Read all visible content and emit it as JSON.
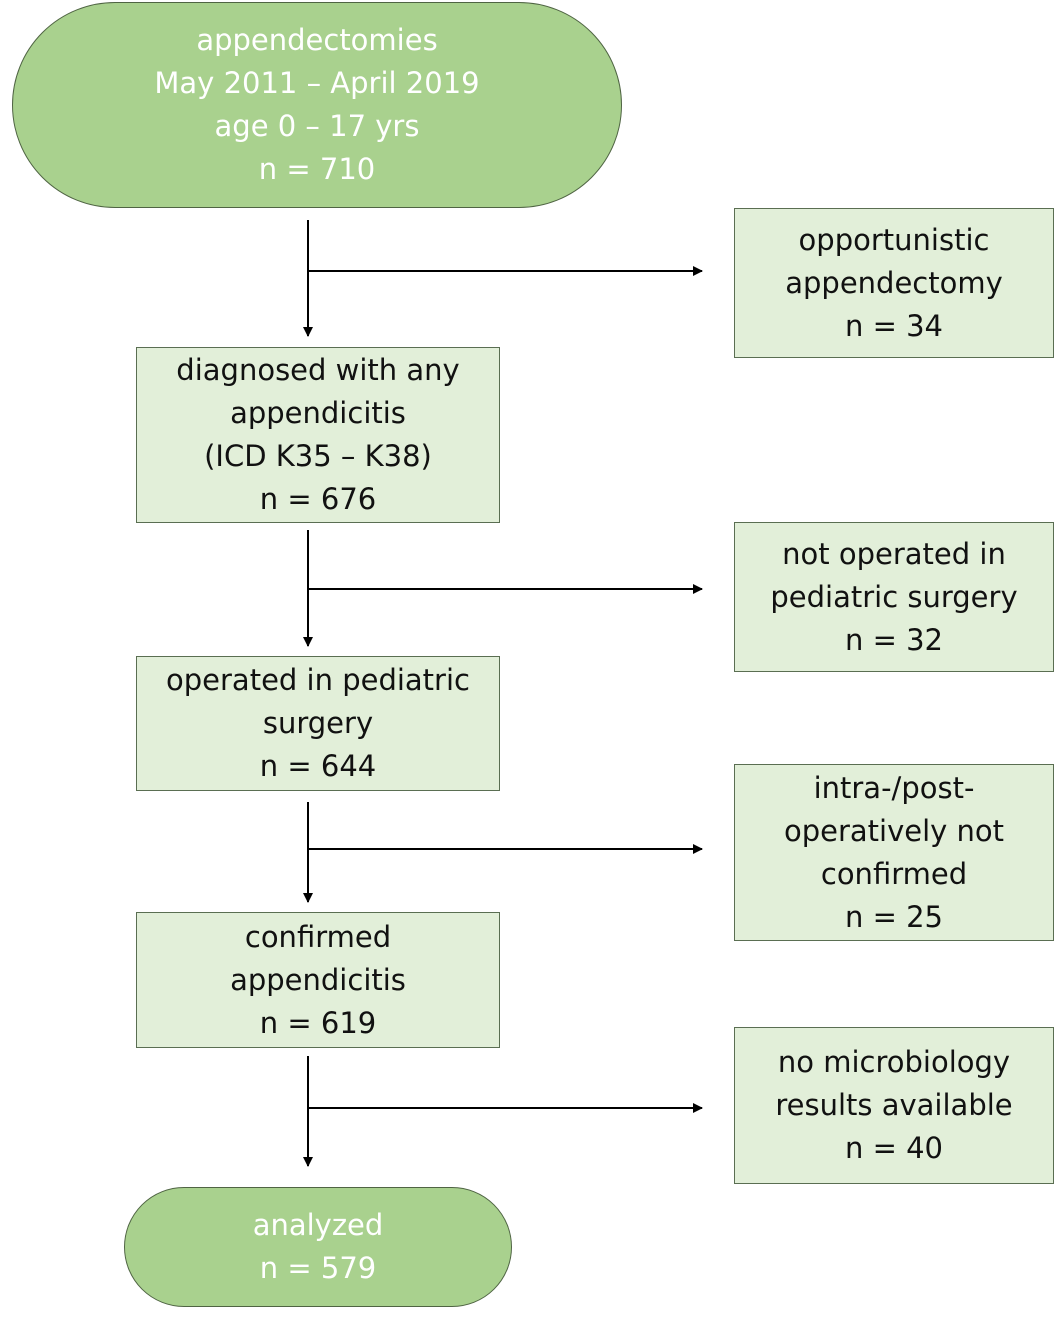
{
  "flow": {
    "start": {
      "lines": [
        "appendectomies",
        "May 2011 – April 2019",
        "age 0 – 17 yrs",
        "n = 710"
      ]
    },
    "step1": {
      "lines": [
        "diagnosed with any",
        "appendicitis",
        "(ICD K35 – K38)",
        "n = 676"
      ]
    },
    "step2": {
      "lines": [
        "operated in pediatric",
        "surgery",
        "n = 644"
      ]
    },
    "step3": {
      "lines": [
        "confirmed",
        "appendicitis",
        "n = 619"
      ]
    },
    "end": {
      "lines": [
        "analyzed",
        "n = 579"
      ]
    }
  },
  "exclusions": {
    "ex1": {
      "lines": [
        "opportunistic",
        "appendectomy",
        "n = 34"
      ]
    },
    "ex2": {
      "lines": [
        "not operated in",
        "pediatric surgery",
        "n = 32"
      ]
    },
    "ex3": {
      "lines": [
        "intra-/post-",
        "operatively not",
        "confirmed",
        "n = 25"
      ]
    },
    "ex4": {
      "lines": [
        "no microbiology",
        "results available",
        "n = 40"
      ]
    }
  },
  "colors": {
    "box_fill": "#e2efd9",
    "pill_fill": "#a9d18e",
    "stroke": "#5a6e52",
    "arrow": "#000000"
  }
}
